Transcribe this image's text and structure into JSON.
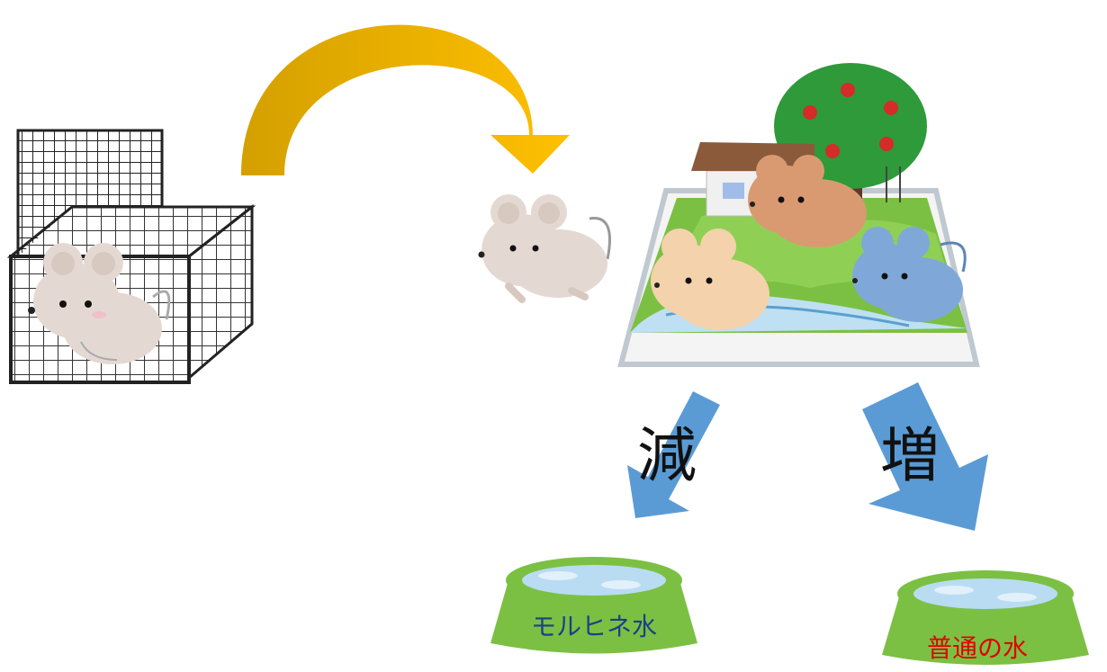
{
  "labels": {
    "decrease": "減",
    "increase": "増",
    "morphine_water": "モルヒネ水",
    "normal_water": "普通の水"
  },
  "colors": {
    "curved_arrow": "#f2b200",
    "down_arrow": "#5b9bd5",
    "morphine_label": "#1f3f86",
    "normal_label": "#e00000",
    "bowl": "#7cc043",
    "water": "#b9dcf2",
    "mouse": "#e4d9d2"
  },
  "icons": [
    "cage-icon",
    "mouse-icon",
    "curved-arrow-icon",
    "rat-park-icon",
    "apple-tree-icon",
    "house-icon",
    "bowl-icon"
  ]
}
